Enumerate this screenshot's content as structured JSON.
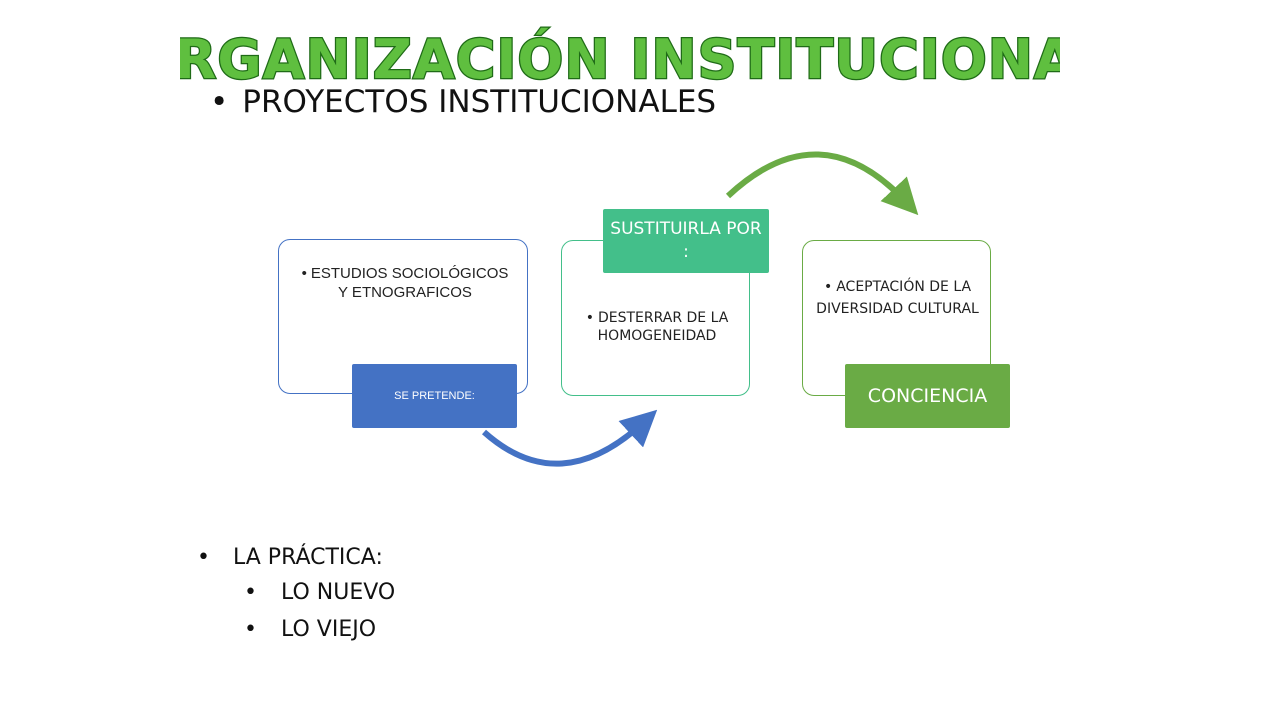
{
  "title": "ORGANIZACIÓN INSTITUCIONAL",
  "subtitle": "PROYECTOS INSTITUCIONALES",
  "bullet": "•",
  "colors": {
    "title_fill": "#5fbf3f",
    "title_stroke": "#2e7d1f",
    "blue": "#4472c4",
    "teal": "#43bf8a",
    "green": "#6aab45"
  },
  "diagram": {
    "card1_text": "ESTUDIOS SOCIOLÓGICOS Y ETNOGRAFICOS",
    "tag1": "SE PRETENDE:",
    "card2_text": "DESTERRAR DE LA HOMOGENEIDAD",
    "tag2": "SUSTITUIRLA POR :",
    "card3_text": "ACEPTACIÓN DE LA DIVERSIDAD CULTURAL",
    "tag3": "CONCIENCIA"
  },
  "list": {
    "item1": "LA PRÁCTICA:",
    "item2": "LO NUEVO",
    "item3": "LO VIEJO"
  }
}
